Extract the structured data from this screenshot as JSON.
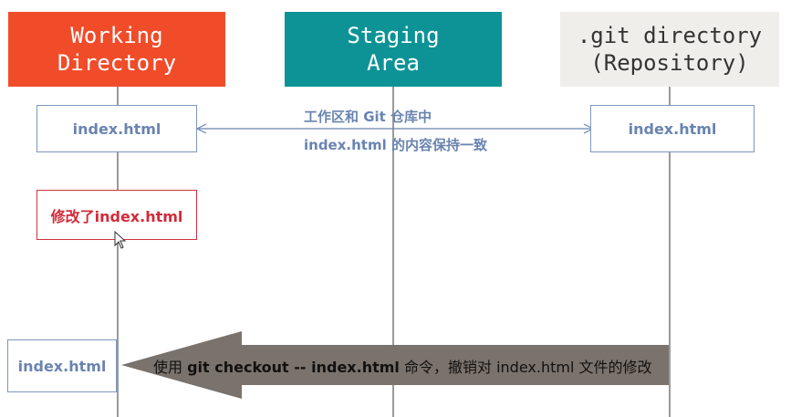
{
  "columns": {
    "working": {
      "title": "Working\nDirectory"
    },
    "staging": {
      "title": "Staging\nArea"
    },
    "repository": {
      "title": ".git directory\n(Repository)"
    }
  },
  "boxes": {
    "working_file": "index.html",
    "repo_file": "index.html",
    "modified": "修改了index.html",
    "restored": "index.html"
  },
  "note": {
    "line1": "工作区和 Git 仓库中",
    "line2": "index.html 的内容保持一致"
  },
  "checkout": {
    "prefix": "使用 ",
    "command": "git checkout -- index.html",
    "suffix": " 命令，撤销对 index.html 文件的修改"
  },
  "colors": {
    "working_header": "#f14c2a",
    "staging_header": "#0d9396",
    "repo_header": "#efeeea",
    "accent_blue": "#6a84b0",
    "modified_red": "#d12b3a",
    "arrow_gray": "#7a726c"
  },
  "icons": {
    "cursor": "mouse-pointer-icon"
  }
}
